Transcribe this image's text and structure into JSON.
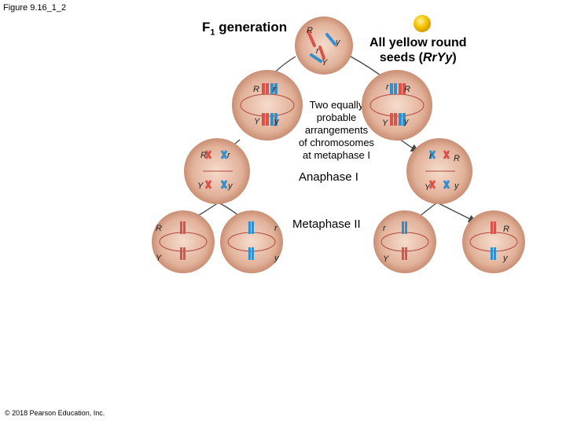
{
  "figure_label": "Figure 9.16_1_2",
  "copyright": "© 2018 Pearson Education, Inc.",
  "f1_prefix": "F",
  "f1_sub": "1",
  "f1_suffix": " generation",
  "seeds_line1": "All yellow round",
  "seeds_line2_pre": "seeds (",
  "seeds_line2_geno": "RrYy",
  "seeds_line2_post": ")",
  "arrangements": [
    "Two equally",
    "probable",
    "arrangements",
    "of chromosomes",
    "at metaphase I"
  ],
  "anaphase": "Anaphase I",
  "metaphase": "Metaphase II",
  "allele_R": "R",
  "allele_r": "r",
  "allele_Y": "Y",
  "allele_y": "y",
  "colors": {
    "cell_fill": "#d9a88f",
    "red": "#d9534a",
    "blue": "#2f8fcf",
    "seed": "#f5c400"
  }
}
